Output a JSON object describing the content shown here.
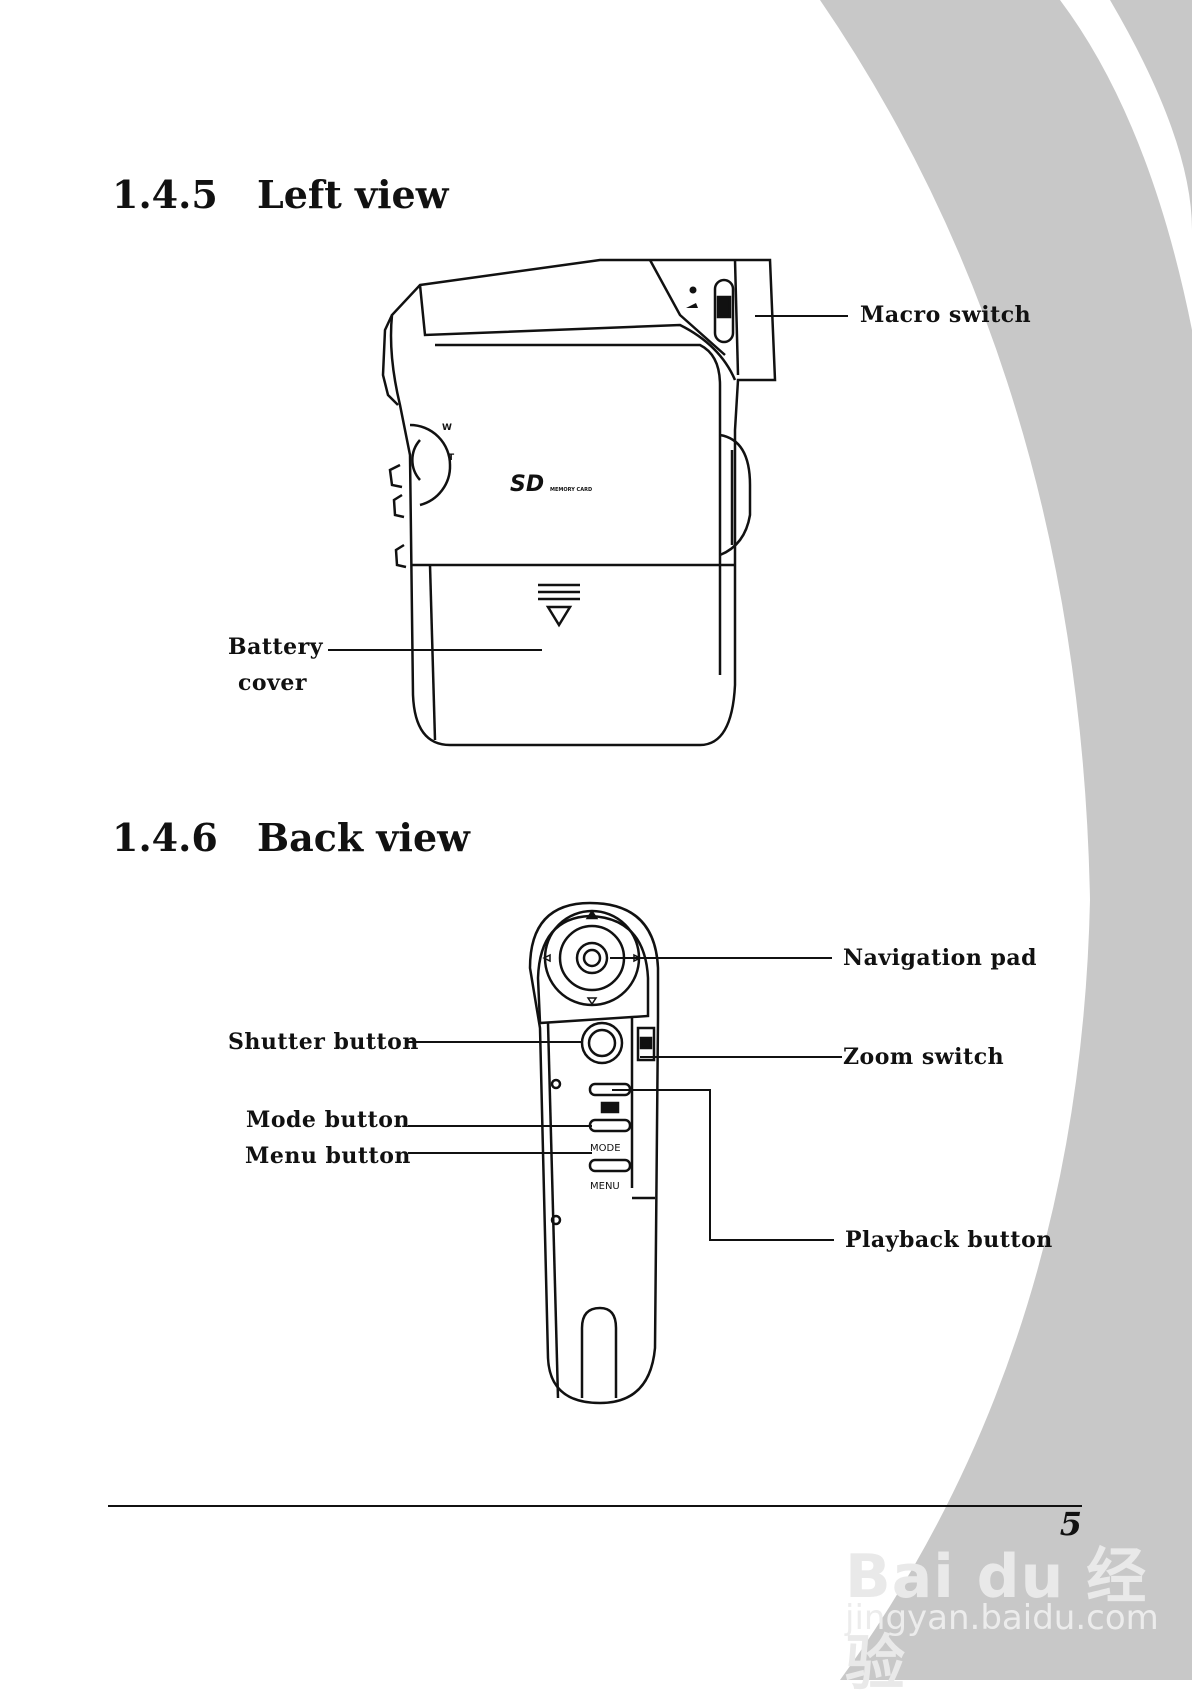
{
  "sections": [
    {
      "number": "1.4.5",
      "title": "Left view"
    },
    {
      "number": "1.4.6",
      "title": "Back view"
    }
  ],
  "left_view": {
    "macro_switch": "Macro switch",
    "battery_line1": "Battery",
    "battery_line2": "cover",
    "sd_logo": "SD",
    "sd_caption": "MEMORY CARD",
    "dial_w": "W",
    "dial_t": "T"
  },
  "back_view": {
    "navigation_pad": "Navigation pad",
    "shutter_button": "Shutter button",
    "zoom_switch": "Zoom switch",
    "mode_button": "Mode button",
    "menu_button": "Menu button",
    "playback_button": "Playback button",
    "mode_text": "MODE",
    "menu_text": "MENU"
  },
  "page_number": "5",
  "watermark": {
    "main": "Bai du 经验",
    "sub": "jingyan.baidu.com"
  },
  "colors": {
    "swoosh": "#c8c8c8",
    "ink": "#111111"
  }
}
